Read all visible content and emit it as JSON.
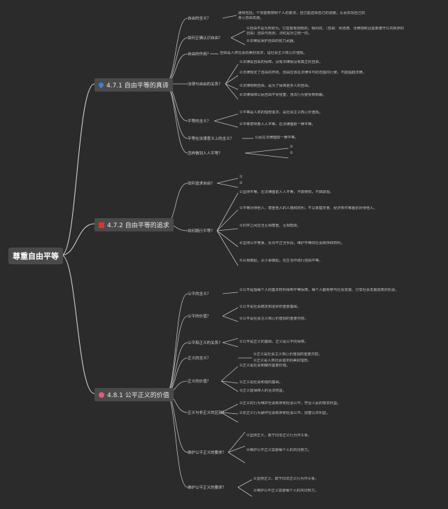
{
  "root": "尊重自由平等",
  "branches": [
    {
      "label": "4.7.1 自由平等的真谛",
      "icon": "droplet-icon",
      "color": "#3d7fd8",
      "items": [
        {
          "q": "自由的含义？",
          "a": [
            "通常包括，个体能够按照个人的要求，自己能选择自己的道路；从而实现自己的",
            "身心自由发展。"
          ]
        },
        {
          "q": "如何正确认识自由？",
          "a": [
            "①自由不是为所欲为，它需要有限制的，相对的。（自由：受道德、法律限制且需要遵守公共秩序的",
            "自由）自由与规则、法纪是对立统一的。",
            "②法律是保护自由的有力武器。"
          ]
        },
        {
          "q": "自由的作用？",
          "a": [
            "自由是人类社会的美好追求，是社会主义核心价值观。"
          ]
        },
        {
          "q": "法律与自由的关系？",
          "a": [
            "①法律是自由的保障，没有法律就没有真正的自由。",
            "②法律规定了自由的界限，自由应该在法律许可的范围内行使，不能超越法律。",
            "③法律限制自由，是为了保障更多人的自由。",
            "④法律保障公民自由不受侵害，违法行为要受到制裁。"
          ]
        },
        {
          "q": "平等的含义？",
          "a": [
            "①平等是人类的理想追求，是社会主义核心价值观。",
            "②平等意味着人人平等，在法律面前一律平等。"
          ]
        },
        {
          "q": "平等在法律意义上的含义？",
          "a": [
            "公民在法律面前一律平等。"
          ]
        },
        {
          "q": "怎样做到人人平等？",
          "a": [
            "①",
            "②"
          ]
        }
      ]
    },
    {
      "label": "4.7.2 自由平等的追求",
      "icon": "red-square-icon",
      "color": "#d9362c",
      "items": [
        {
          "q": "如何追求自由？",
          "a": [
            "①",
            "②"
          ]
        },
        {
          "q": "如何践行平等？",
          "a": [
            "①坚持平等。在法律面前人人平等，不搞特权，不搞歧视。",
            "②平等对待他人，尊重他人的人格和权利，不以家庭背景、经济条件等差别对待他人。",
            "③同学之间应当互相尊重，互相帮助。",
            "④坚持公平竞争，反对不正当手段，维护平等的社会秩序和权利。",
            "⑤从我做起，从小事做起，在生活中践行自由平等。"
          ]
        }
      ]
    },
    {
      "label": "4.8.1 公平正义的价值",
      "icon": "flower-icon",
      "color": "#e45b7a",
      "items": [
        {
          "q": "公平的含义？",
          "a": [
            "①公平是指每个人的基本权利得到平等保障，每个人都有参与社会发展、分享社会发展成果的机会。"
          ]
        },
        {
          "q": "公平的价值？",
          "a": [
            "①公平是社会稳定和进步的重要基础。",
            "②公平是社会主义核心价值观的重要内容。"
          ]
        },
        {
          "q": "公平和正义的关系？",
          "a": [
            "①公平是正义的基础，正义是公平的保障。"
          ]
        },
        {
          "q": "正义的含义？",
          "a": [
            "①正义是社会主义核心价值观的重要内容。",
            "②正义是人类社会追求的美好理想。"
          ]
        },
        {
          "q": "正义的价值？",
          "a": [
            "①正义是社会制度的首要价值。",
            "②正义是社会和谐的基础。",
            "③正义能保障人的合法权益。"
          ]
        },
        {
          "q": "正义与非正义的区别？",
          "a": [
            "①正义的行为维护社会秩序和社会公平，符合人民的根本利益。",
            "②非正义行为破坏社会秩序和社会公平，损害公共利益。"
          ]
        },
        {
          "q": "维护公平正义的要求？",
          "a": [
            "①坚持正义，敢于同非正义行为作斗争。",
            "②维护公平正义需要每个人的共同努力。"
          ]
        }
      ]
    }
  ]
}
